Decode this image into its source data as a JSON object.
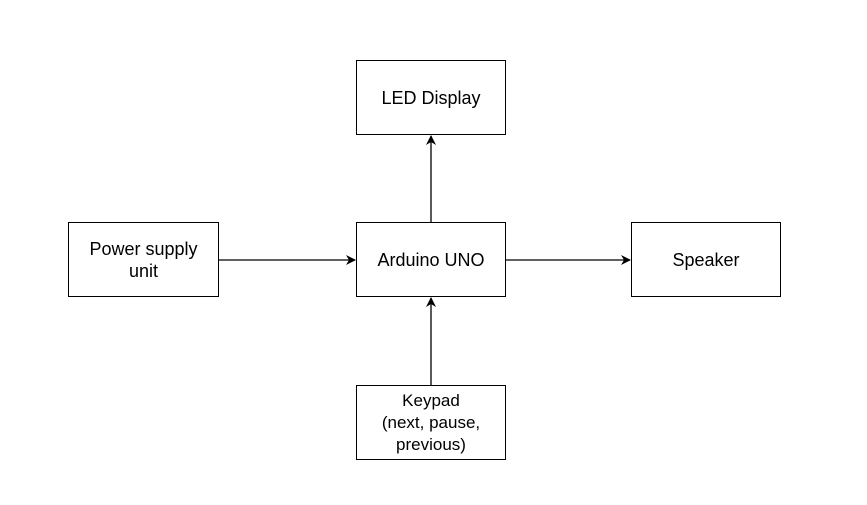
{
  "diagram": {
    "nodes": {
      "led_display": {
        "label": "LED Display"
      },
      "power_supply": {
        "line1": "Power supply",
        "line2": "unit"
      },
      "arduino": {
        "label": "Arduino UNO"
      },
      "speaker": {
        "label": "Speaker"
      },
      "keypad": {
        "line1": "Keypad",
        "line2": "(next, pause,",
        "line3": "previous)"
      }
    },
    "edges": [
      {
        "from": "power_supply",
        "to": "arduino"
      },
      {
        "from": "arduino",
        "to": "speaker"
      },
      {
        "from": "arduino",
        "to": "led_display"
      },
      {
        "from": "keypad",
        "to": "arduino"
      }
    ],
    "colors": {
      "stroke": "#000000",
      "fill": "#ffffff"
    }
  }
}
